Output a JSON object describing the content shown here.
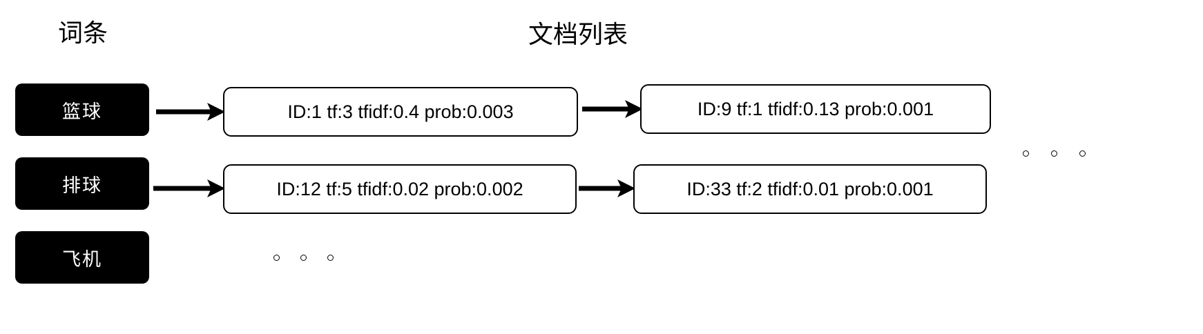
{
  "headings": {
    "terms": "词条",
    "documents": "文档列表"
  },
  "terms": [
    {
      "label": "篮球"
    },
    {
      "label": "排球"
    },
    {
      "label": "飞机"
    }
  ],
  "postings": [
    {
      "term": "篮球",
      "documents": [
        {
          "text": "ID:1 tf:3 tfidf:0.4 prob:0.003",
          "id": "1",
          "tf": "3",
          "tfidf": "0.4",
          "prob": "0.003"
        },
        {
          "text": "ID:9 tf:1 tfidf:0.13 prob:0.001",
          "id": "9",
          "tf": "1",
          "tfidf": "0.13",
          "prob": "0.001"
        }
      ]
    },
    {
      "term": "排球",
      "documents": [
        {
          "text": "ID:12 tf:5 tfidf:0.02 prob:0.002",
          "id": "12",
          "tf": "5",
          "tfidf": "0.02",
          "prob": "0.002"
        },
        {
          "text": "ID:33 tf:2 tfidf:0.01 prob:0.001",
          "id": "33",
          "tf": "2",
          "tfidf": "0.01",
          "prob": "0.001"
        }
      ]
    },
    {
      "term": "飞机",
      "documents": []
    }
  ],
  "ellipsis": {
    "rows_dot_count": 3,
    "docs_dot_count": 3
  },
  "icons": {
    "arrow": "arrow-right-icon",
    "dot": "ellipsis-dot-icon"
  },
  "colors": {
    "background": "#ffffff",
    "chip_fill": "#000000",
    "chip_text": "#ffffff",
    "box_stroke": "#000000",
    "box_fill": "#ffffff",
    "text": "#000000"
  }
}
